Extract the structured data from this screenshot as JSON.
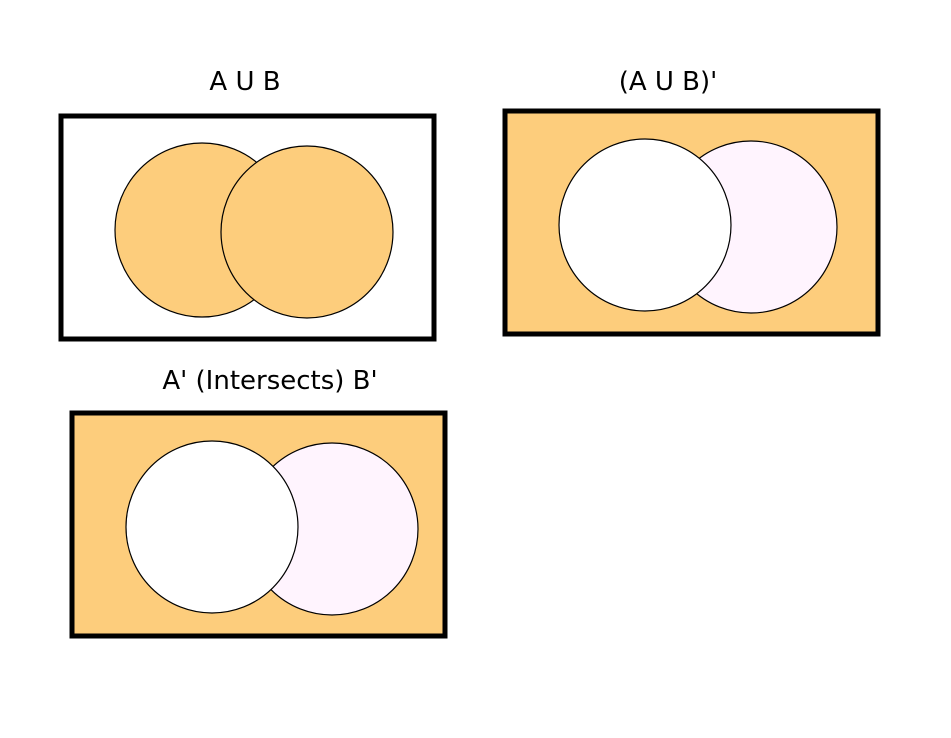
{
  "diagrams": [
    {
      "title": "A U B",
      "shade_universe": false,
      "shade_a": true,
      "shade_b": true
    },
    {
      "title": "(A U B)'",
      "shade_universe": true,
      "shade_a": false,
      "shade_b": false
    },
    {
      "title": "A' (Intersects) B'",
      "shade_universe": true,
      "shade_a": false,
      "shade_b": false
    }
  ],
  "colors": {
    "shaded": "#fdcd7c",
    "unshaded_a": "#ffffff",
    "unshaded_b": "#fff4fe",
    "border": "#000000",
    "background": "#ffffff"
  }
}
